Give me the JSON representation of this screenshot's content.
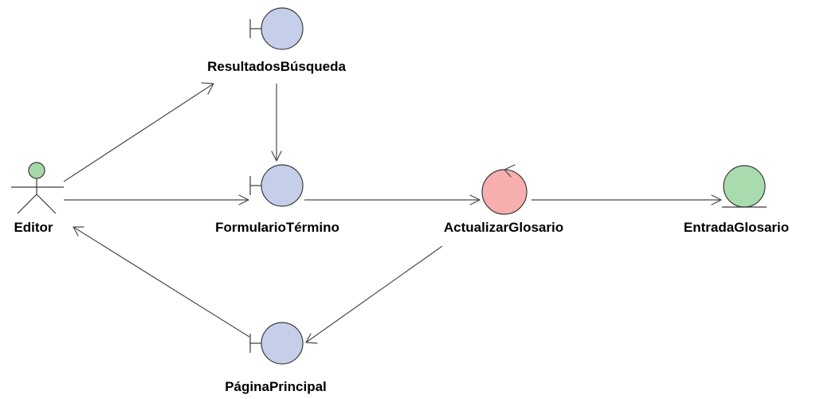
{
  "diagram": {
    "actor": {
      "label": "Editor",
      "fill": "#a6d8a8"
    },
    "boundaries": {
      "resultados": {
        "label": "ResultadosBúsqueda"
      },
      "formulario": {
        "label": "FormularioTérmino"
      },
      "pagina": {
        "label": "PáginaPrincipal"
      },
      "fill": "#c5cfe9"
    },
    "control": {
      "label": "ActualizarGlosario",
      "fill": "#f6aeae"
    },
    "entity": {
      "label": "EntradaGlosario",
      "fill": "#a8dcae"
    }
  }
}
